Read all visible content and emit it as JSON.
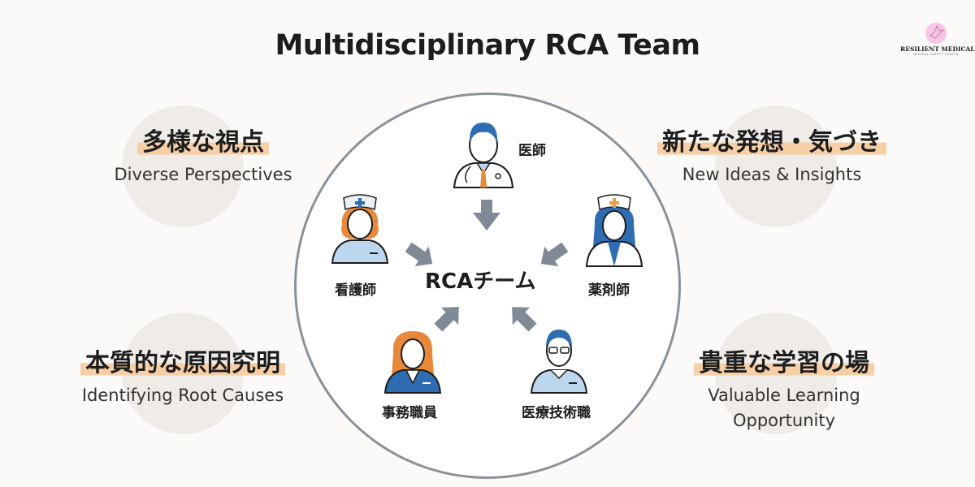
{
  "title": "Multidisciplinary RCA Team",
  "logo": {
    "name": "RESILIENT MEDICAL",
    "subtitle": "MEDICAL SAFETY CENTER"
  },
  "center_label": "RCAチーム",
  "roles": {
    "doctor": "医師",
    "nurse": "看護師",
    "pharmacist": "薬剤師",
    "clerk": "事務職員",
    "technician": "医療技術職"
  },
  "features": [
    {
      "jp": "多様な視点",
      "en": "Diverse Perspectives"
    },
    {
      "jp": "新たな発想・気づき",
      "en": "New Ideas & Insights"
    },
    {
      "jp": "本質的な原因究明",
      "en": "Identifying Root Causes"
    },
    {
      "jp": "貴重な学習の場",
      "en": "Valuable Learning Opportunity"
    }
  ],
  "colors": {
    "accent": "#2f6db3",
    "highlight": "#f7cfa6",
    "hair_orange": "#e8883a",
    "arrow": "#7f8a96"
  }
}
